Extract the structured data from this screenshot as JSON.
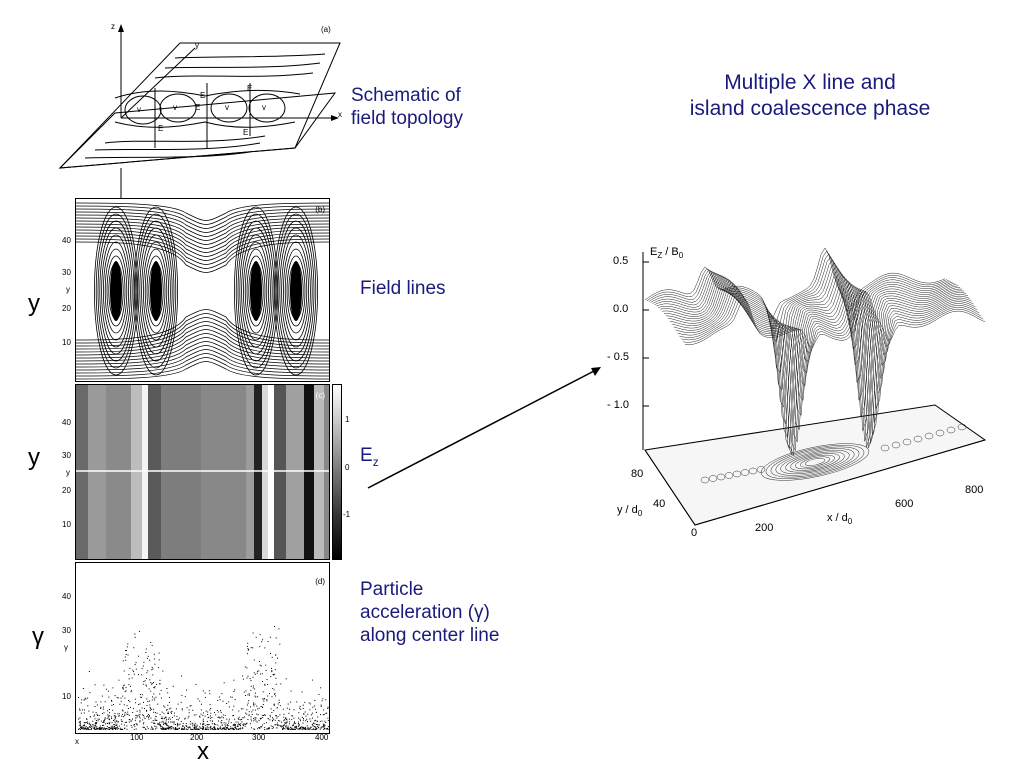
{
  "title": {
    "line1": "Multiple X line and",
    "line2": "island coalescence phase"
  },
  "captions": {
    "schematic_line1": "Schematic of",
    "schematic_line2": "field topology",
    "field_lines": "Field lines",
    "ez": "E",
    "ez_sub": "z",
    "particle_line1": "Particle",
    "particle_line2": "acceleration (γ)",
    "particle_line3": "along center line"
  },
  "outer_axis_letters": {
    "y1": "y",
    "y2": "y",
    "gamma": "γ",
    "x": "x"
  },
  "panels": {
    "a": {
      "tag": "(a)",
      "axis_z": "z",
      "axis_y": "y",
      "axis_x": "x",
      "labels": [
        "v",
        "v",
        "v",
        "v",
        "E",
        "E",
        "E",
        "E",
        "E"
      ]
    },
    "b": {
      "tag": "(b)",
      "ylabel": "y",
      "yticks": [
        "40",
        "30",
        "20",
        "10"
      ]
    },
    "c": {
      "tag": "(c)",
      "ylabel": "y",
      "yticks": [
        "40",
        "30",
        "20",
        "10"
      ],
      "colorbar_ticks": [
        "1",
        "0",
        "-1"
      ]
    },
    "d": {
      "tag": "(d)",
      "ylabel": "γ",
      "yticks": [
        "40",
        "30",
        "10"
      ],
      "xticks": [
        "x",
        "100",
        "200",
        "300",
        "400"
      ]
    }
  },
  "surface_plot": {
    "zlabel": "E",
    "zlabel_sub": "Z",
    "zlabel_mid": " / B",
    "zlabel_sub2": "0",
    "zticks": [
      "0.5",
      "0.0",
      "- 0.5",
      "- 1.0"
    ],
    "ylabel": "y / d",
    "ylabel_sub": "0",
    "yticks": [
      "80",
      "40",
      "0"
    ],
    "xlabel": "x / d",
    "xlabel_sub": "0",
    "xticks": [
      "200",
      "600",
      "800"
    ]
  }
}
